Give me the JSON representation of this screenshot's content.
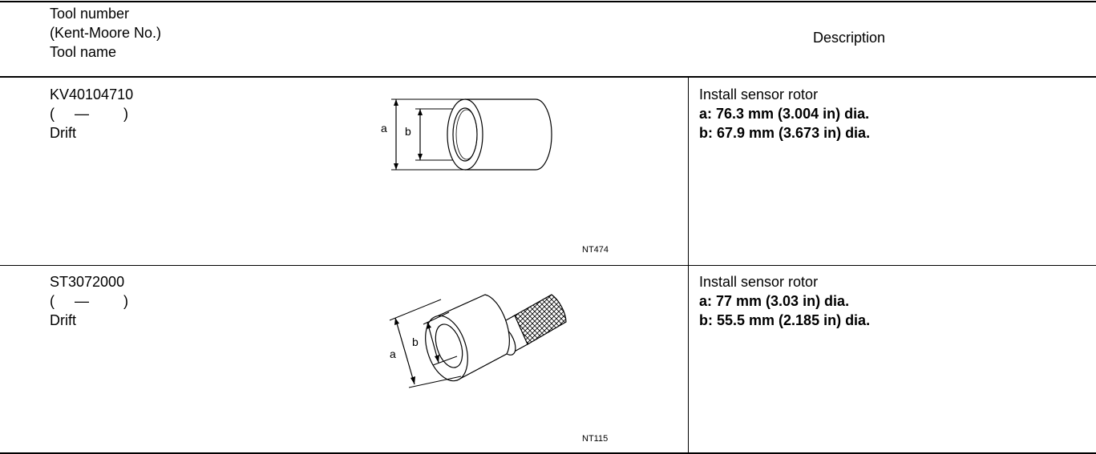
{
  "header": {
    "col1_lines": [
      "Tool number",
      "(Kent-Moore No.)",
      "Tool name"
    ],
    "col2": "Description"
  },
  "rows": [
    {
      "tool_number": "KV40104710",
      "kent_moore": "( — )",
      "kent_moore_open": "(",
      "kent_moore_dash": "—",
      "kent_moore_close": ")",
      "tool_name": "Drift",
      "figure_code": "NT474",
      "figure_icon": "cylinder-drift-icon",
      "figure_labels": {
        "a": "a",
        "b": "b"
      },
      "description": "Install sensor rotor",
      "specs": [
        "a: 76.3 mm (3.004 in) dia.",
        "b: 67.9 mm (3.673 in) dia."
      ]
    },
    {
      "tool_number": "ST3072000",
      "kent_moore": "( — )",
      "kent_moore_open": "(",
      "kent_moore_dash": "—",
      "kent_moore_close": ")",
      "tool_name": "Drift",
      "figure_code": "NT115",
      "figure_icon": "knurled-handle-drift-icon",
      "figure_labels": {
        "a": "a",
        "b": "b"
      },
      "description": "Install sensor rotor",
      "specs": [
        "a: 77 mm (3.03 in) dia.",
        "b: 55.5 mm (2.185 in) dia."
      ]
    }
  ]
}
